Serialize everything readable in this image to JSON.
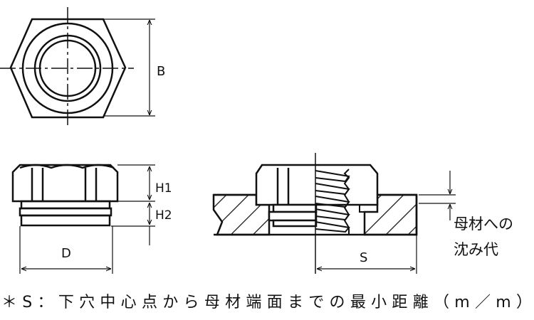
{
  "labels": {
    "B": "B",
    "H1": "H1",
    "H2": "H2",
    "D": "D",
    "S": "S"
  },
  "note_line1": "母材への",
  "note_line2": "沈み代",
  "footnote": "＊S：下穴中心点から母材端面までの最小距離（m／m）"
}
